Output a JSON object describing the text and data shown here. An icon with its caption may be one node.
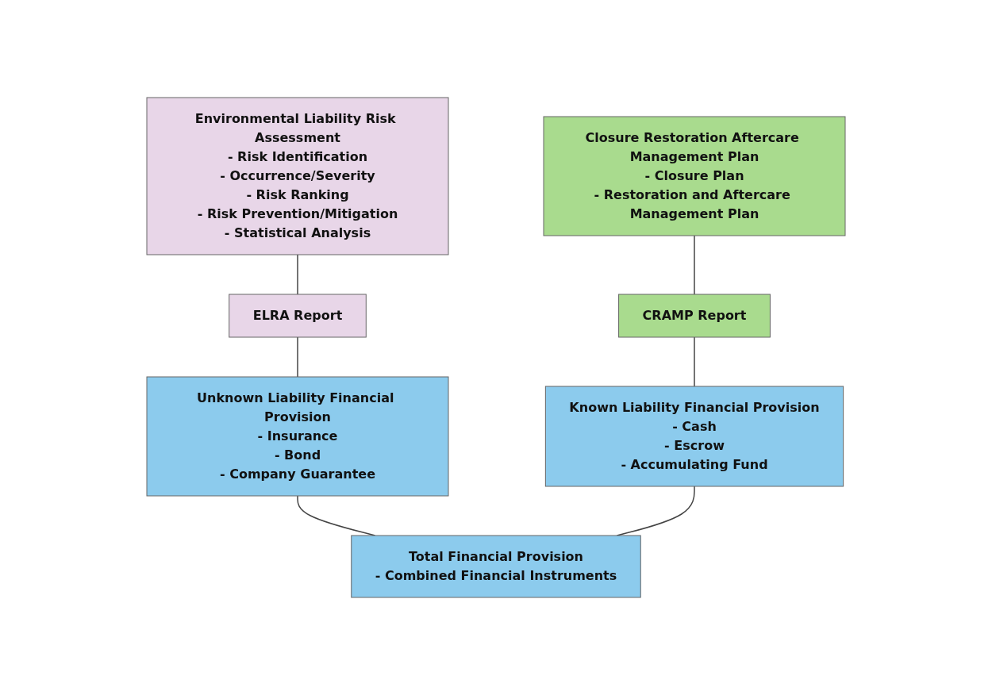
{
  "diagram": {
    "nodes": [
      {
        "text": [
          "Environmental Liability Risk Assessment",
          "- Risk Identification",
          "- Occurrence/Severity",
          "- Risk Ranking",
          "- Risk Prevention/Mitigation",
          "- Statistical Analysis"
        ]
      },
      {
        "text": [
          "Closure Restoration Aftercare Management Plan",
          "- Closure Plan",
          "- Restoration and Aftercare Management Plan"
        ]
      },
      {
        "text": [
          "ELRA Report"
        ]
      },
      {
        "text": [
          "CRAMP Report"
        ]
      },
      {
        "text": [
          "Unknown Liability Financial Provision",
          "- Insurance",
          "- Bond",
          "- Company Guarantee"
        ]
      },
      {
        "text": [
          "Known Liability Financial Provision",
          "- Cash",
          "- Escrow",
          "- Accumulating Fund"
        ]
      },
      {
        "text": [
          "Total Financial Provision",
          "- Combined Financial Instruments"
        ]
      }
    ],
    "edges": [
      {
        "from": 0,
        "to": 2,
        "arrow": "none"
      },
      {
        "from": 2,
        "to": 4,
        "arrow": "none"
      },
      {
        "from": 4,
        "to": 6,
        "arrow": "none"
      },
      {
        "from": 1,
        "to": 3,
        "arrow": "none"
      },
      {
        "from": 3,
        "to": 5,
        "arrow": "none"
      },
      {
        "from": 5,
        "to": 6,
        "arrow": "none"
      }
    ]
  }
}
